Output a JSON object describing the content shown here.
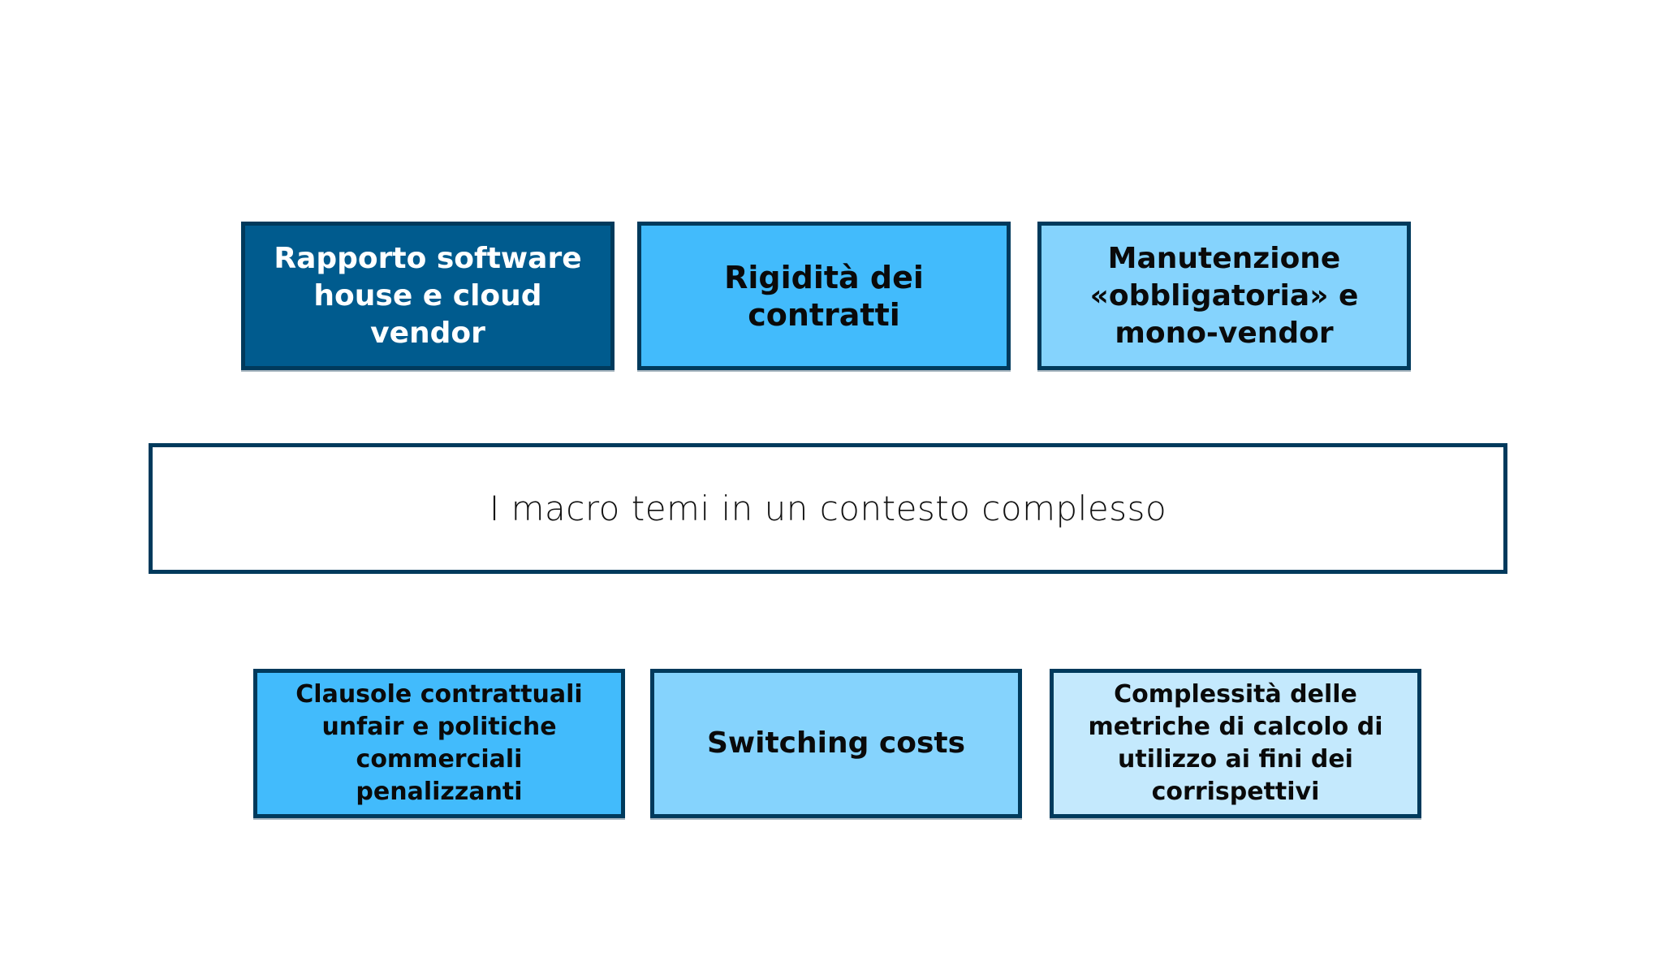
{
  "diagram": {
    "center": {
      "label": "I macro temi in un contesto complesso"
    },
    "top_boxes": [
      {
        "label": "Rapporto software house e cloud vendor",
        "fill": "#005b8e",
        "text_color": "#ffffff"
      },
      {
        "label": "Rigidità dei contratti",
        "fill": "#42bbfc",
        "text_color": "#0a0a0a"
      },
      {
        "label": "Manutenzione «obbligatoria» e mono-vendor",
        "fill": "#85d3fd",
        "text_color": "#0a0a0a"
      }
    ],
    "bottom_boxes": [
      {
        "label": "Clausole contrattuali unfair e politiche commerciali penalizzanti",
        "fill": "#42bbfc",
        "text_color": "#0a0a0a"
      },
      {
        "label": "Switching costs",
        "fill": "#85d3fd",
        "text_color": "#0a0a0a"
      },
      {
        "label": "Complessità delle metriche di calcolo di utilizzo ai fini dei corrispettivi",
        "fill": "#c4e9fd",
        "text_color": "#0a0a0a"
      }
    ],
    "colors": {
      "border": "#003a5c",
      "glow": "#2e4d70"
    }
  }
}
